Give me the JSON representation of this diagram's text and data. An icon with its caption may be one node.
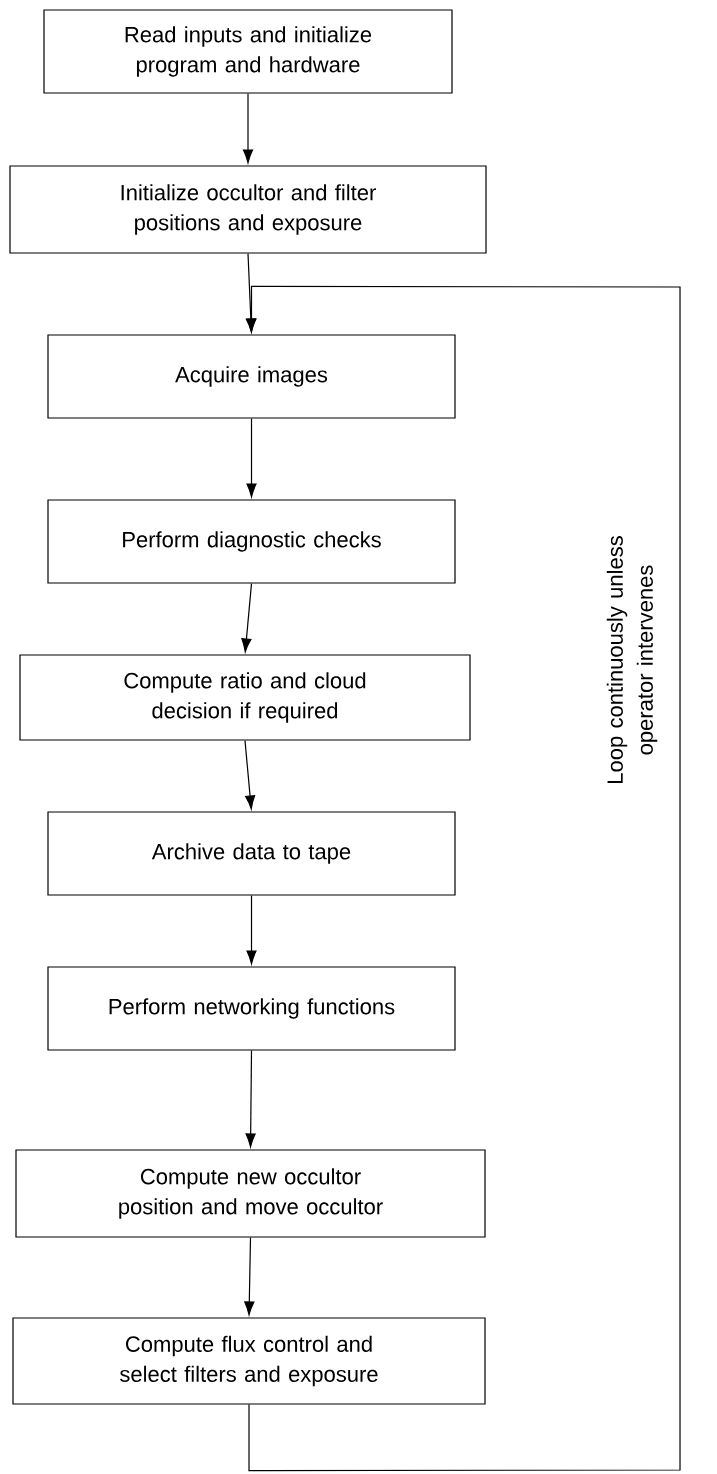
{
  "diagram": {
    "nodes": [
      {
        "text": [
          "Read inputs and initialize program and hardware"
        ]
      },
      {
        "text": [
          "Initialize occultor and filter positions and exposure"
        ]
      },
      {
        "text": [
          "Acquire images"
        ]
      },
      {
        "text": [
          "Perform diagnostic checks"
        ]
      },
      {
        "text": [
          "Compute ratio and cloud decision if required"
        ]
      },
      {
        "text": [
          "Archive data to tape"
        ]
      },
      {
        "text": [
          "Perform networking functions"
        ]
      },
      {
        "text": [
          "Compute new occultor position and move occultor"
        ]
      },
      {
        "text": [
          "Compute flux control and select filters and exposure"
        ]
      }
    ],
    "edges": [
      {
        "from": 0,
        "to": 1,
        "arrow": "to"
      },
      {
        "from": 1,
        "to": 2,
        "arrow": "to"
      },
      {
        "from": 2,
        "to": 3,
        "arrow": "to"
      },
      {
        "from": 3,
        "to": 4,
        "arrow": "to"
      },
      {
        "from": 4,
        "to": 5,
        "arrow": "to"
      },
      {
        "from": 5,
        "to": 6,
        "arrow": "to"
      },
      {
        "from": 6,
        "to": 7,
        "arrow": "to"
      },
      {
        "from": 7,
        "to": 8,
        "arrow": "to"
      },
      {
        "from": 8,
        "to": 2,
        "arrow": "to",
        "label": "Loop continuously unless operator intervenes"
      }
    ]
  }
}
